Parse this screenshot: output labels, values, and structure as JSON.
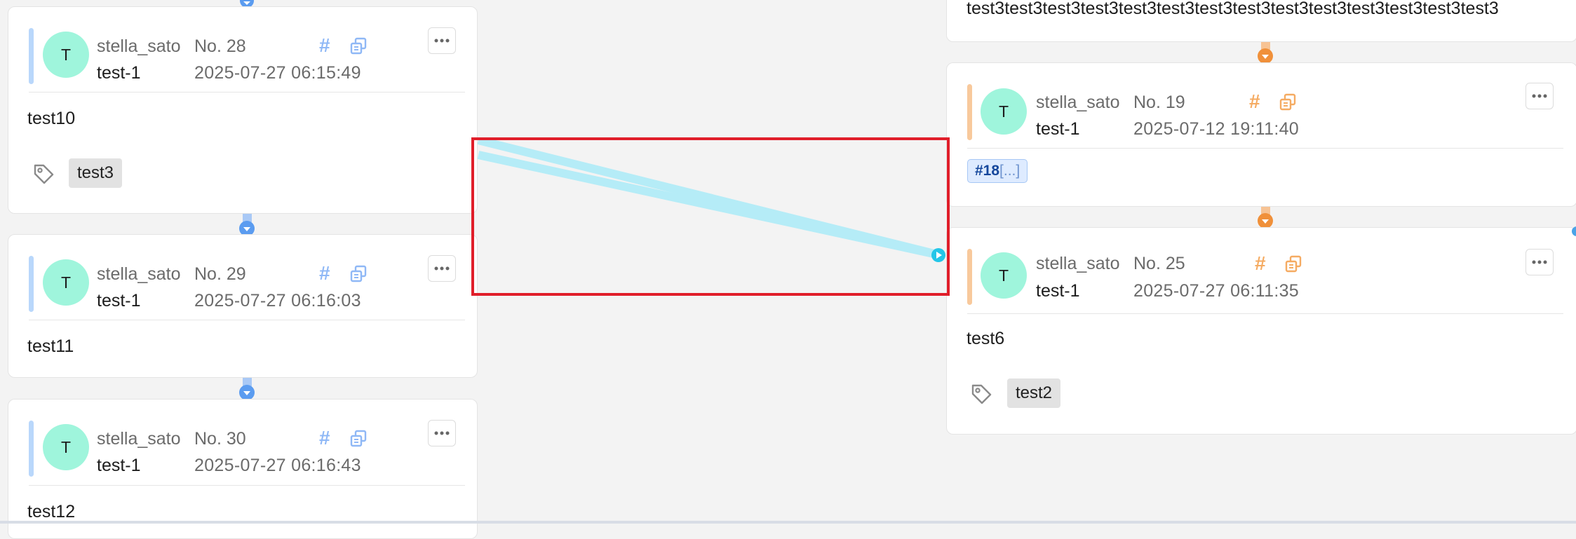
{
  "left_column": [
    {
      "avatar": "T",
      "user": "stella_sato",
      "number": "No. 28",
      "board": "test-1",
      "timestamp": "2025-07-27 06:15:49",
      "content": "test10",
      "tag": "test3"
    },
    {
      "avatar": "T",
      "user": "stella_sato",
      "number": "No. 29",
      "board": "test-1",
      "timestamp": "2025-07-27 06:16:03",
      "content": "test11"
    },
    {
      "avatar": "T",
      "user": "stella_sato",
      "number": "No. 30",
      "board": "test-1",
      "timestamp": "2025-07-27 06:16:43",
      "content": "test12"
    }
  ],
  "right_column": {
    "top_partial_content": "test3test3test3test3test3test3test3test3test3test3test3test3test3test3",
    "cards": [
      {
        "avatar": "T",
        "user": "stella_sato",
        "number": "No. 19",
        "board": "test-1",
        "timestamp": "2025-07-12 19:11:40",
        "reference": {
          "id": "#18",
          "suffix": "[...]"
        }
      },
      {
        "avatar": "T",
        "user": "stella_sato",
        "number": "No. 25",
        "board": "test-1",
        "timestamp": "2025-07-27 06:11:35",
        "content": "test6",
        "tag": "test2"
      }
    ]
  },
  "icons": {
    "hash": "#",
    "menu": "more-horizontal-icon",
    "tag": "tag-icon",
    "copy": "copy-icon"
  },
  "colors": {
    "left_accent": "#b9d7fb",
    "right_accent": "#f8c99c",
    "avatar_bg": "#9ff5dc",
    "left_connector": "#5b9cf0",
    "right_connector": "#f0903a",
    "link_line": "#b5ecf7",
    "link_dot": "#23c6e8",
    "selection": "#e01e2a"
  }
}
